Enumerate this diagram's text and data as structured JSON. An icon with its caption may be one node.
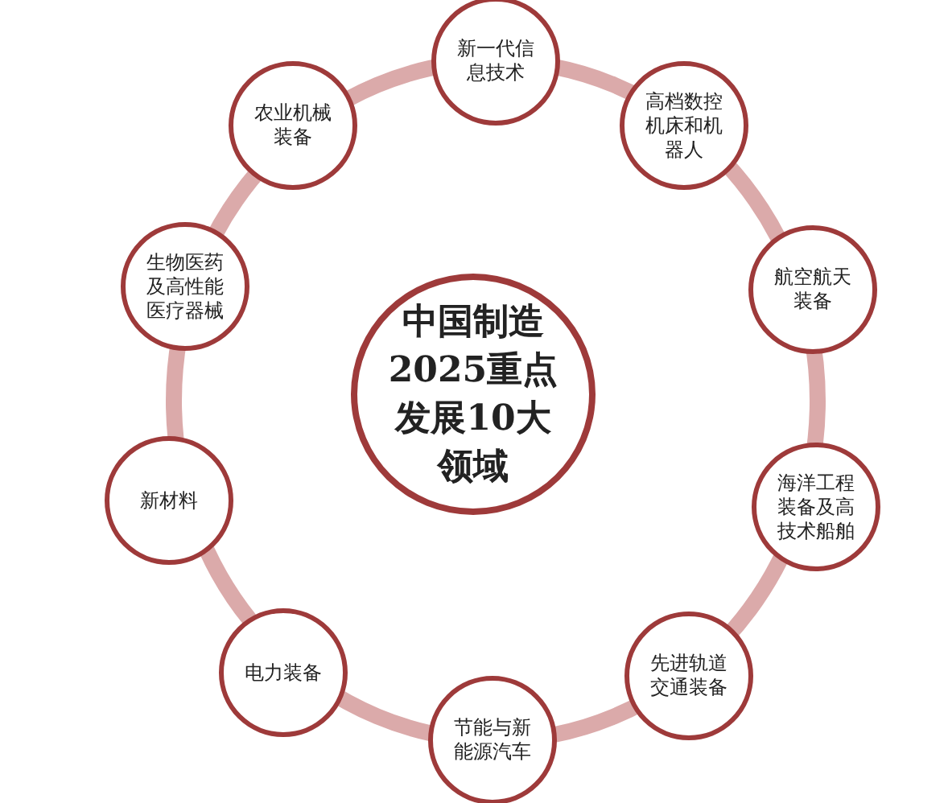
{
  "diagram": {
    "nodes": [
      {
        "text": [
          "中国制造2025重点发展10大领域"
        ]
      },
      {
        "text": [
          "新一代信息技术"
        ]
      },
      {
        "text": [
          "高档数控机床和机器人"
        ]
      },
      {
        "text": [
          "航空航天装备"
        ]
      },
      {
        "text": [
          "海洋工程装备及高技术船舶"
        ]
      },
      {
        "text": [
          "先进轨道交通装备"
        ]
      },
      {
        "text": [
          "节能与新能源汽车"
        ]
      },
      {
        "text": [
          "电力装备"
        ]
      },
      {
        "text": [
          "新材料"
        ]
      },
      {
        "text": [
          "生物医药及高性能医疗器械"
        ]
      },
      {
        "text": [
          "农业机械装备"
        ]
      }
    ]
  }
}
